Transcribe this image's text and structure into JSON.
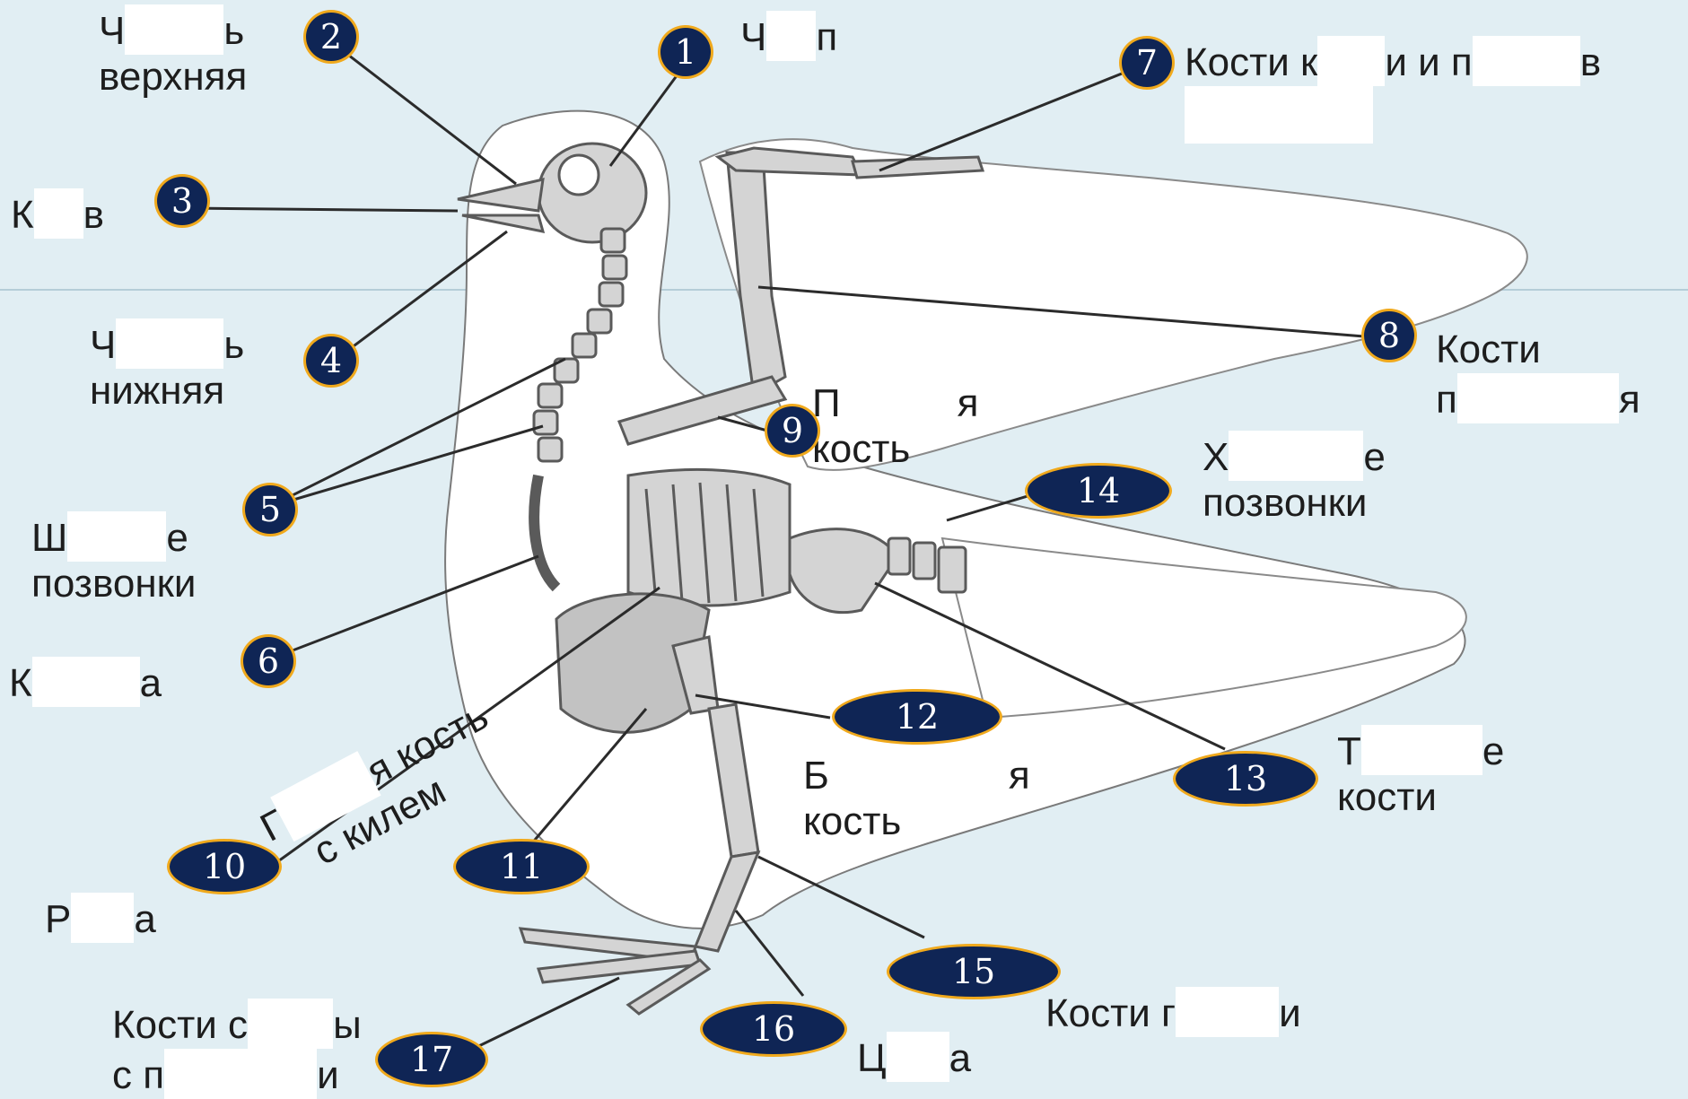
{
  "labels": {
    "l1": {
      "number": "1",
      "pre": "Ч",
      "post": "п"
    },
    "l2": {
      "number": "2",
      "pre": "Ч",
      "post": "ь",
      "line2": "верхняя"
    },
    "l3": {
      "number": "3",
      "pre": "К",
      "post": "в"
    },
    "l4": {
      "number": "4",
      "pre": "Ч",
      "post": "ь",
      "line2": "нижняя"
    },
    "l5": {
      "number": "5",
      "pre": "Ш",
      "post": "е",
      "line2": "позвонки"
    },
    "l6": {
      "number": "6",
      "pre": "К",
      "post": "а"
    },
    "l7": {
      "number": "7",
      "pre": "Кости  к",
      "mid": "и и п",
      "post": "в"
    },
    "l8": {
      "number": "8",
      "line1": "Кости",
      "pre": "п",
      "post": "я"
    },
    "l9": {
      "number": "9",
      "pre": "П",
      "post": "я",
      "line2": "кость"
    },
    "l10": {
      "number": "10",
      "pre": "Р",
      "post": "а"
    },
    "l11": {
      "number": "11",
      "pre": "Г",
      "post": "я кость",
      "line2": "с килем"
    },
    "l12": {
      "number": "12",
      "pre": "Б",
      "post": "я",
      "line2": "кость"
    },
    "l13": {
      "number": "13",
      "pre": "Т",
      "post": "е",
      "line2": "кости"
    },
    "l14": {
      "number": "14",
      "pre": "Х",
      "post": "е",
      "line2": "позвонки"
    },
    "l15": {
      "number": "15",
      "pre": "Кости  г",
      "post": "и"
    },
    "l16": {
      "number": "16",
      "pre": "Ц",
      "post": "а"
    },
    "l17": {
      "number": "17",
      "pre": "Кости  с",
      "post": "ы",
      "line2pre": "с п",
      "line2post": "и"
    }
  },
  "colors": {
    "background": "#e1eef3",
    "badge_fill": "#0f2555",
    "badge_border": "#f0a91c",
    "leader_line": "#2b2b2b",
    "bone": "#c9c9c9",
    "bone_outline": "#5a5a5a"
  }
}
